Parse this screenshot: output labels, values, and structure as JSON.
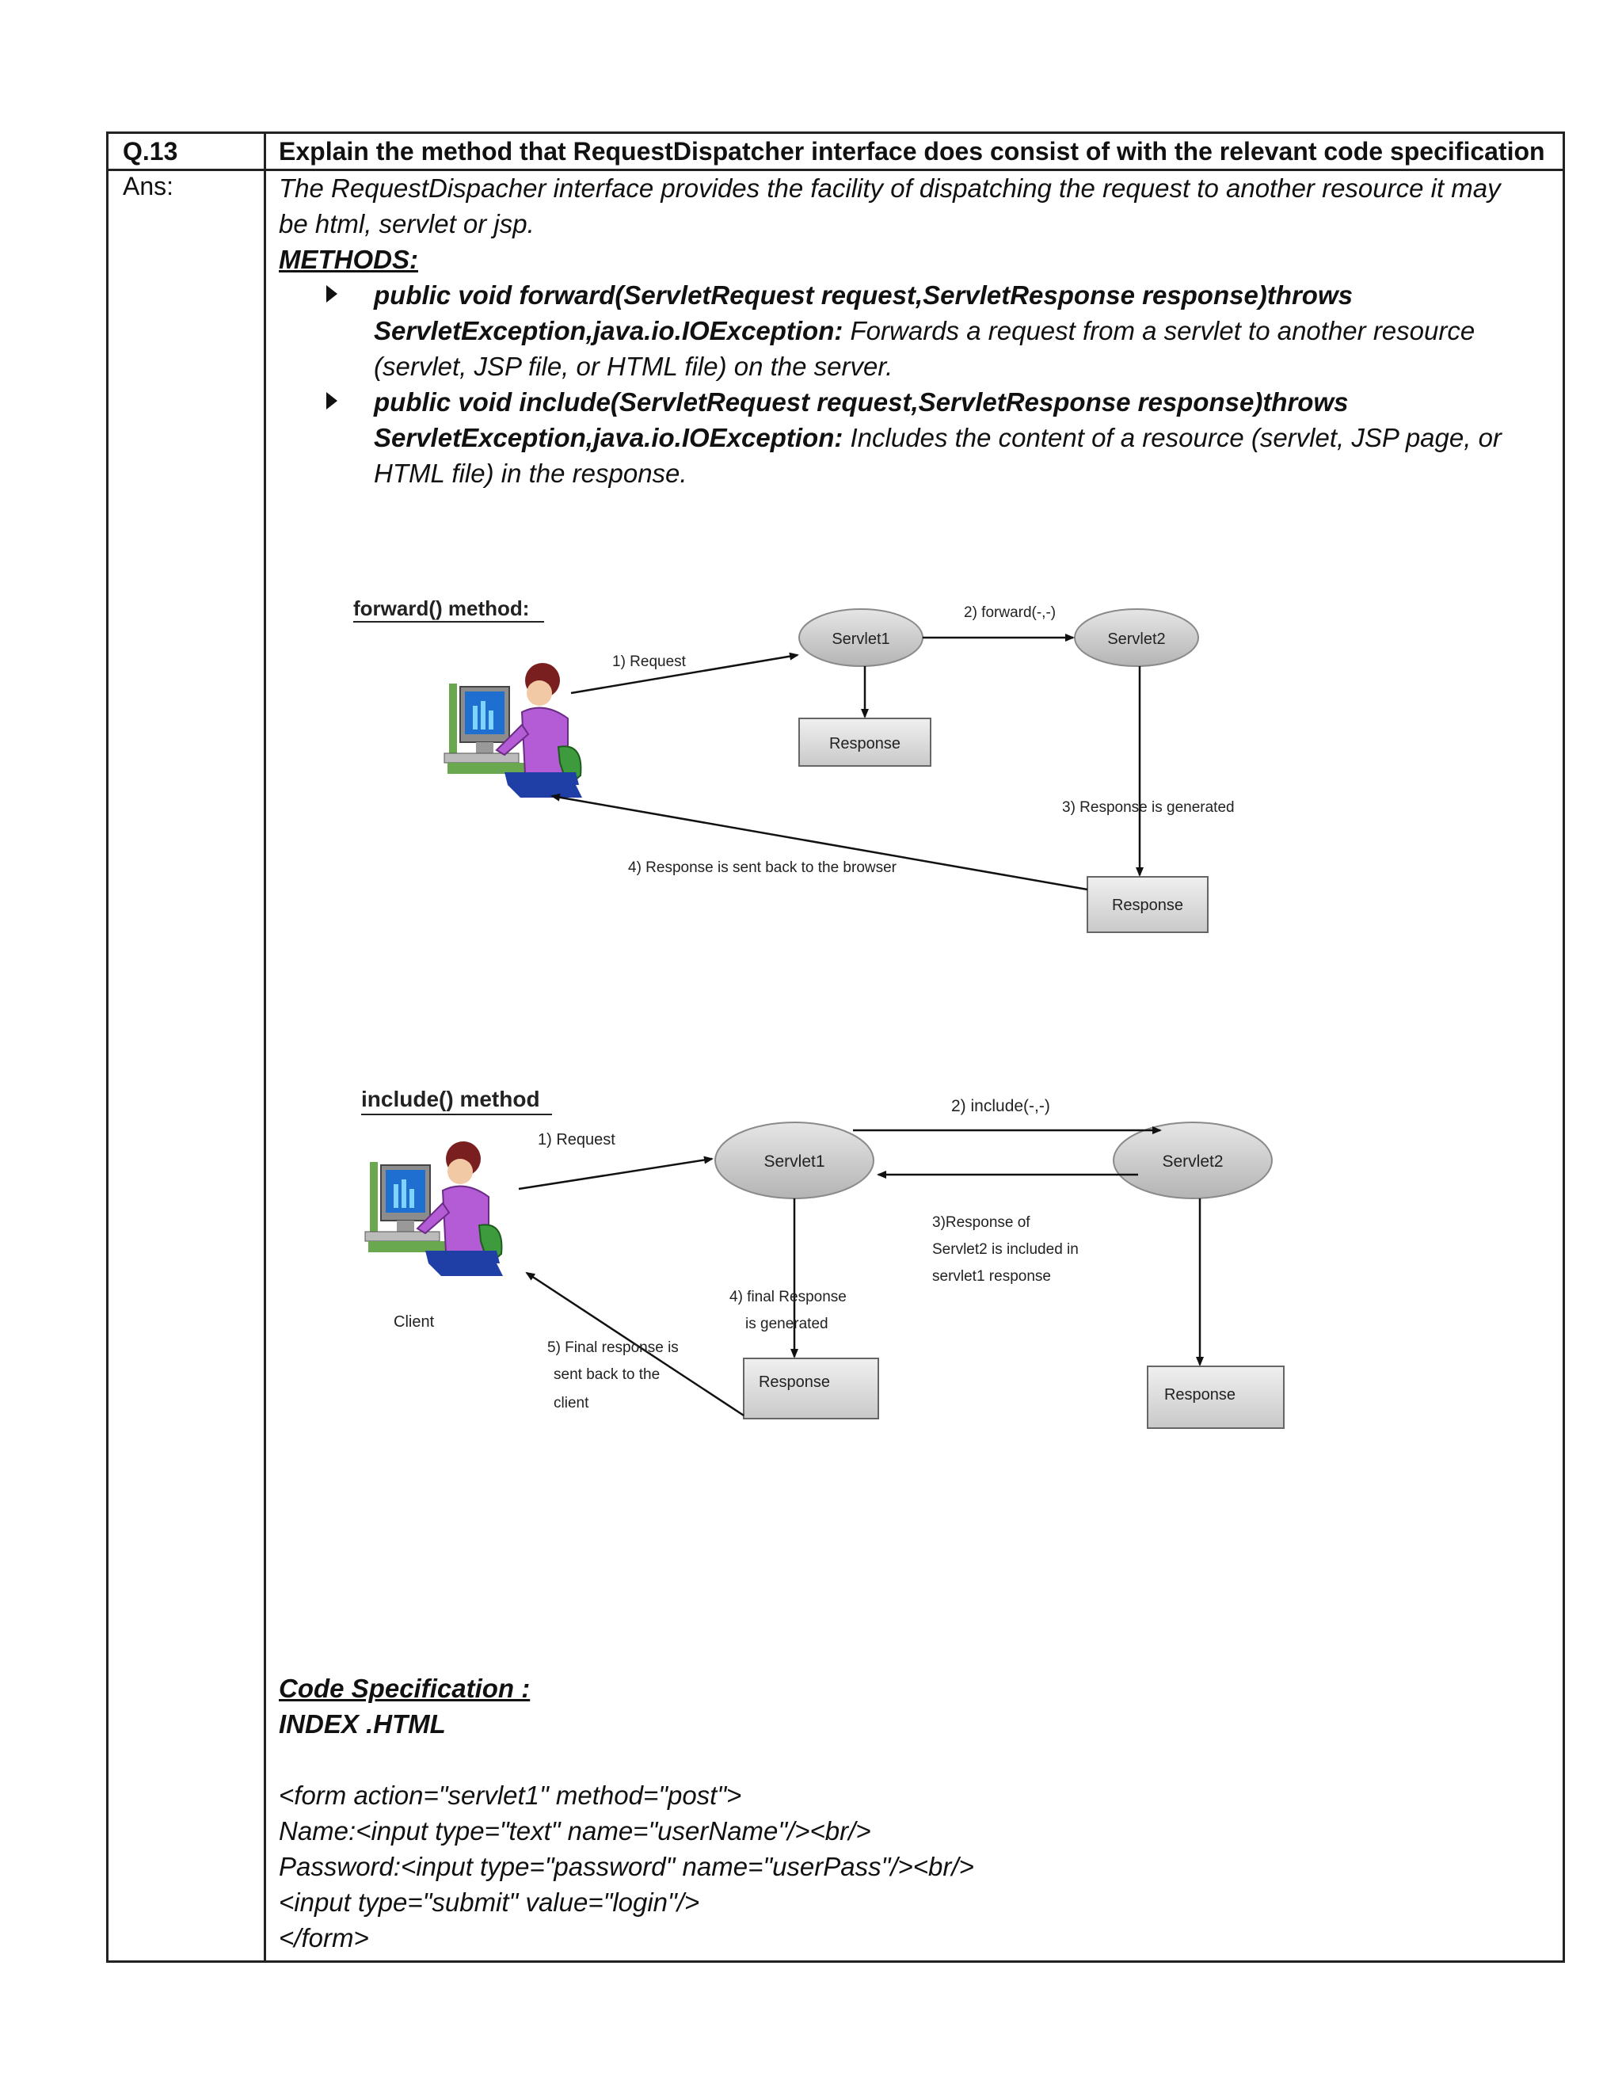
{
  "question": {
    "number": "Q.13",
    "heading": "Explain the method that RequestDispatcher interface does consist of with the relevant code specification"
  },
  "answer": {
    "label": "Ans:",
    "intro_line1": "The RequestDispacher interface provides the facility of dispatching the request to another resource it may",
    "intro_line2": "be html, servlet or jsp.",
    "methods_heading": "METHODS:",
    "methods": [
      {
        "sig_line1": "public void forward(ServletRequest request,ServletResponse response)throws",
        "sig_line2": "ServletException,java.io.IOException:",
        "desc_line2": " Forwards a request from a servlet to another resource",
        "desc_line3": "(servlet, JSP file, or HTML file) on the server."
      },
      {
        "sig_line1": "public void include(ServletRequest request,ServletResponse response)throws",
        "sig_line2": "ServletException,java.io.IOException:",
        "desc_line2": " Includes the content of a resource (servlet, JSP page, or",
        "desc_line3": "HTML file) in the response."
      }
    ]
  },
  "forward_diagram": {
    "title": "forward() method:",
    "servlet1": "Servlet1",
    "servlet2": "Servlet2",
    "response1": "Response",
    "response2": "Response",
    "step1": "1) Request",
    "step2": "2) forward(-,-)",
    "step3": "3) Response is generated",
    "step4": "4) Response  is sent back to the browser"
  },
  "include_diagram": {
    "title": "include() method",
    "servlet1": "Servlet1",
    "servlet2": "Servlet2",
    "response1": "Response",
    "response2": "Response",
    "client": "Client",
    "step1": "1) Request",
    "step2": "2) include(-,-)",
    "step3_line1": "3)Response of",
    "step3_line2": "Servlet2 is included  in",
    "step3_line3": "servlet1 response",
    "step4_line1": "4) final Response",
    "step4_line2": "is generated",
    "step5_line1": "5) Final response  is",
    "step5_line2": "sent back to the",
    "step5_line3": "client"
  },
  "code_spec": {
    "heading": "Code Specification :",
    "file": "INDEX .HTML",
    "lines": [
      "<form action=\"servlet1\" method=\"post\">",
      "Name:<input type=\"text\" name=\"userName\"/><br/>",
      "Password:<input type=\"password\" name=\"userPass\"/><br/>",
      "<input type=\"submit\" value=\"login\"/>",
      "</form>"
    ]
  },
  "colors": {
    "border": "#222222",
    "servlet_fill": "#c8c8c8",
    "response_fill": "#d6d6d6",
    "monitor_blue": "#1e6fd0",
    "person_purple": "#b35cd6",
    "chair_green": "#3d9a3d"
  }
}
